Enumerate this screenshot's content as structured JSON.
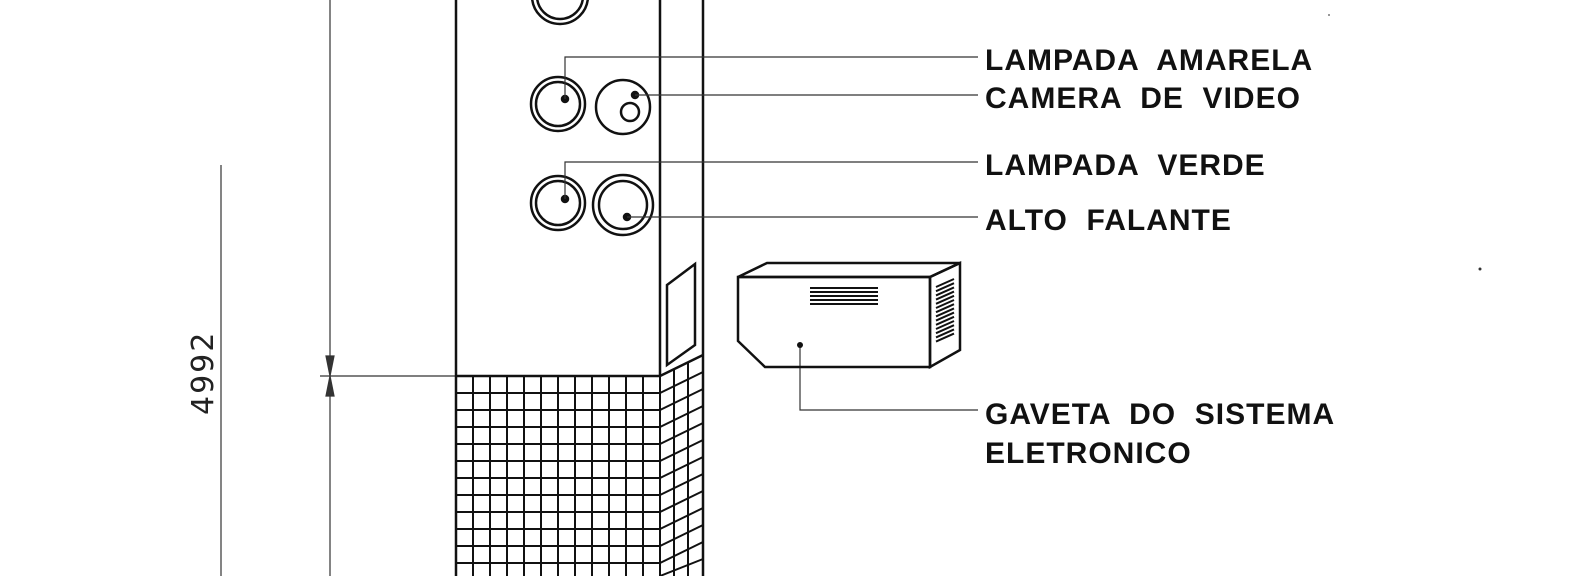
{
  "diagram": {
    "dimension_label": "4992",
    "callouts": {
      "lampada_amarela": "LAMPADA  AMARELA",
      "camera_de_video": "CAMERA  DE  VIDEO",
      "lampada_verde": "LAMPADA  VERDE",
      "alto_falante": "ALTO  FALANTE",
      "gaveta_line1": "GAVETA  DO  SISTEMA",
      "gaveta_line2": "ELETRONICO"
    }
  }
}
